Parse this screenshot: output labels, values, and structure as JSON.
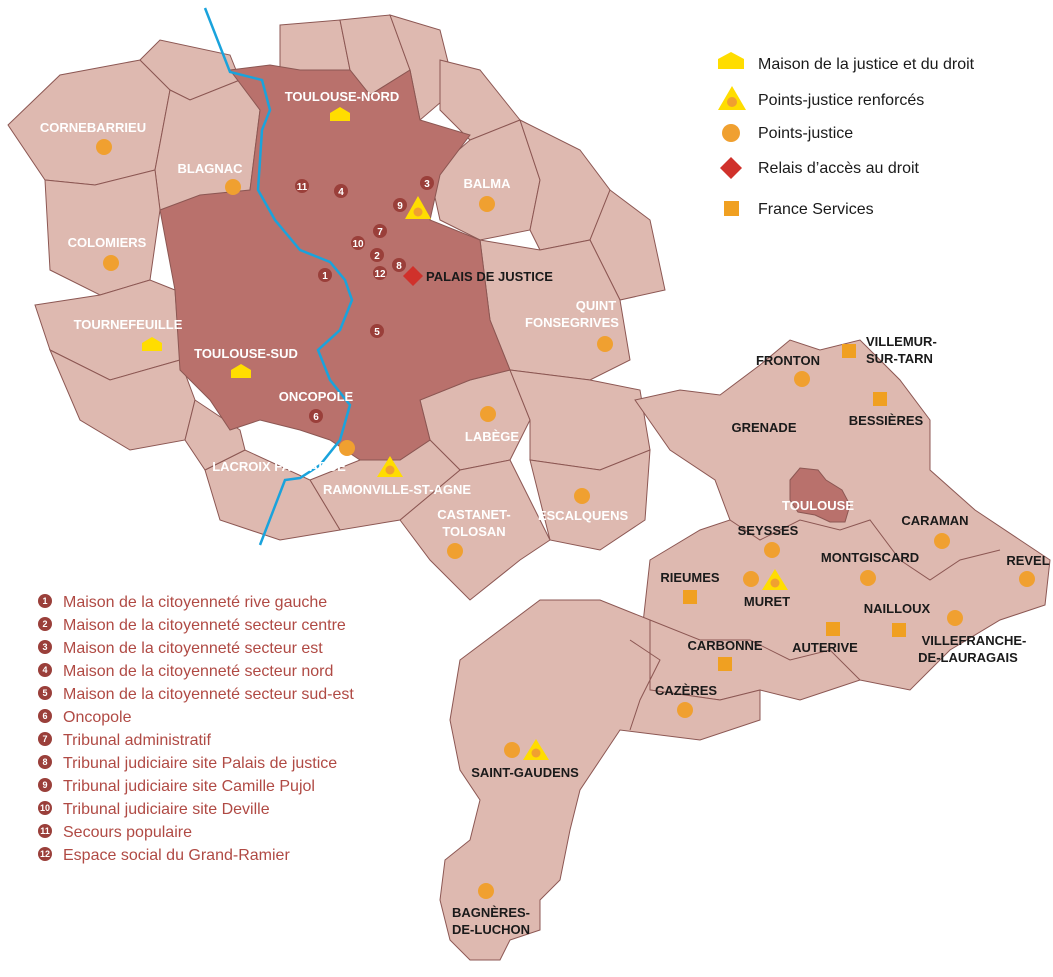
{
  "colors": {
    "commune": "#deb9b0",
    "central": "#b9716c",
    "border": "#8c5753",
    "river": "#1aa3dc",
    "point": "#f0a030",
    "mjd": "#ffdd00",
    "relais": "#d0312b",
    "france_services": "#f0a021",
    "number_badge": "#9a3f3a",
    "list_text": "#b04a44"
  },
  "legend": {
    "items": [
      {
        "label": "Maison de la justice et du droit",
        "icon": "house-icon"
      },
      {
        "label": "Points-justice renforcés",
        "icon": "triangle-dot-icon"
      },
      {
        "label": "Points-justice",
        "icon": "dot-icon"
      },
      {
        "label": "Relais d’accès au droit",
        "icon": "diamond-icon"
      },
      {
        "label": "France Services",
        "icon": "square-icon"
      }
    ]
  },
  "metro_labels": {
    "toulouse_nord": "TOULOUSE-NORD",
    "cornebarrieu": "CORNEBARRIEU",
    "blagnac": "BLAGNAC",
    "balma": "BALMA",
    "colomiers": "COLOMIERS",
    "palais": "PALAIS DE JUSTICE",
    "quint_1": "QUINT",
    "quint_2": "FONSEGRIVES",
    "tournefeuille": "TOURNEFEUILLE",
    "toulouse_sud": "TOULOUSE-SUD",
    "oncopole": "ONCOPOLE",
    "labege": "LABÈGE",
    "lacroix": "LACROIX FALGARDE",
    "ramonville": "RAMONVILLE-ST-AGNE",
    "castanet_1": "CASTANET-",
    "castanet_2": "TOLOSAN",
    "escalquens": "ESCALQUENS"
  },
  "dept_labels": {
    "fronton": "FRONTON",
    "villemur_1": "VILLEMUR-",
    "villemur_2": "SUR-TARN",
    "grenade": "GRENADE",
    "bessieres": "BESSIÈRES",
    "toulouse": "TOULOUSE",
    "caraman": "CARAMAN",
    "seysses": "SEYSSES",
    "montgiscard": "MONTGISCARD",
    "revel": "REVEL",
    "rieumes": "RIEUMES",
    "muret": "MURET",
    "nailloux": "NAILLOUX",
    "villefranche_1": "VILLEFRANCHE-",
    "villefranche_2": "DE-LAURAGAIS",
    "carbonne": "CARBONNE",
    "auterive": "AUTERIVE",
    "cazeres": "CAZÈRES",
    "saint_gaudens": "SAINT-GAUDENS",
    "bagneres_1": "BAGNÈRES-",
    "bagneres_2": "DE-LUCHON"
  },
  "map_numbers": [
    "1",
    "2",
    "3",
    "4",
    "5",
    "6",
    "7",
    "8",
    "9",
    "10",
    "11",
    "12"
  ],
  "site_list": [
    {
      "num": "1",
      "label": "Maison de la citoyenneté rive gauche"
    },
    {
      "num": "2",
      "label": "Maison de la citoyenneté secteur centre"
    },
    {
      "num": "3",
      "label": "Maison de la citoyenneté secteur est"
    },
    {
      "num": "4",
      "label": "Maison de la citoyenneté secteur nord"
    },
    {
      "num": "5",
      "label": "Maison de la citoyenneté secteur sud-est"
    },
    {
      "num": "6",
      "label": "Oncopole"
    },
    {
      "num": "7",
      "label": "Tribunal administratif"
    },
    {
      "num": "8",
      "label": "Tribunal judiciaire site Palais de justice"
    },
    {
      "num": "9",
      "label": "Tribunal judiciaire site Camille Pujol"
    },
    {
      "num": "10",
      "label": "Tribunal judiciaire site Deville"
    },
    {
      "num": "11",
      "label": "Secours populaire"
    },
    {
      "num": "12",
      "label": "Espace social du Grand-Ramier"
    }
  ]
}
